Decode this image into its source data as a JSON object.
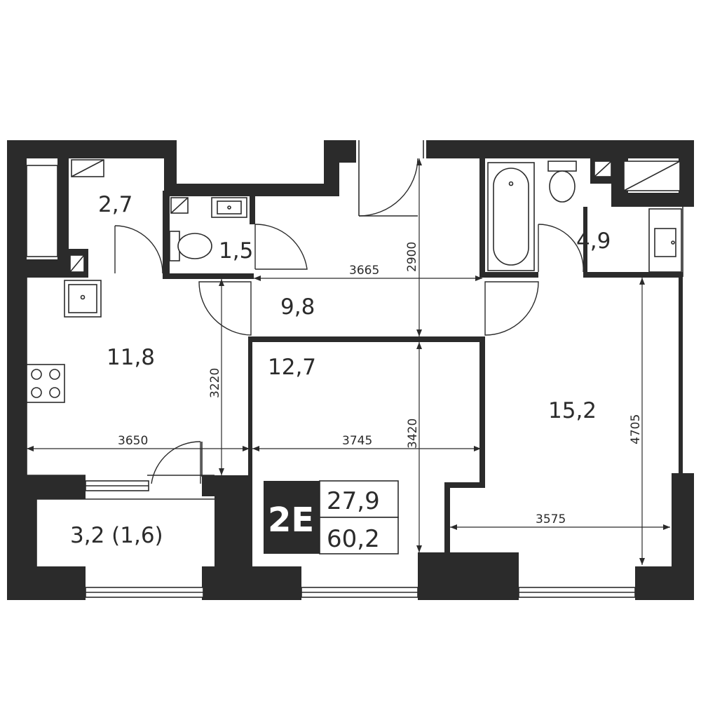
{
  "plan": {
    "unit_code": "2E",
    "living_area": "27,9",
    "total_area": "60,2",
    "rooms": [
      {
        "id": "storage",
        "area": "2,7"
      },
      {
        "id": "wc",
        "area": "1,5"
      },
      {
        "id": "hall",
        "area": "9,8"
      },
      {
        "id": "kitchen",
        "area": "11,8"
      },
      {
        "id": "bedroom",
        "area": "12,7"
      },
      {
        "id": "bathroom",
        "area": "4,9"
      },
      {
        "id": "living",
        "area": "15,2"
      },
      {
        "id": "balcony",
        "area": "3,2 (1,6)"
      }
    ],
    "dimensions": [
      {
        "id": "hall-width",
        "value": "3665"
      },
      {
        "id": "hall-depth",
        "value": "2900"
      },
      {
        "id": "kitchen-depth",
        "value": "3220"
      },
      {
        "id": "kitchen-width",
        "value": "3650"
      },
      {
        "id": "bedroom-width",
        "value": "3745"
      },
      {
        "id": "bedroom-depth",
        "value": "3420"
      },
      {
        "id": "living-depth",
        "value": "4705"
      },
      {
        "id": "living-width",
        "value": "3575"
      }
    ]
  },
  "colors": {
    "wall": "#2b2b2b",
    "background": "#ffffff"
  }
}
